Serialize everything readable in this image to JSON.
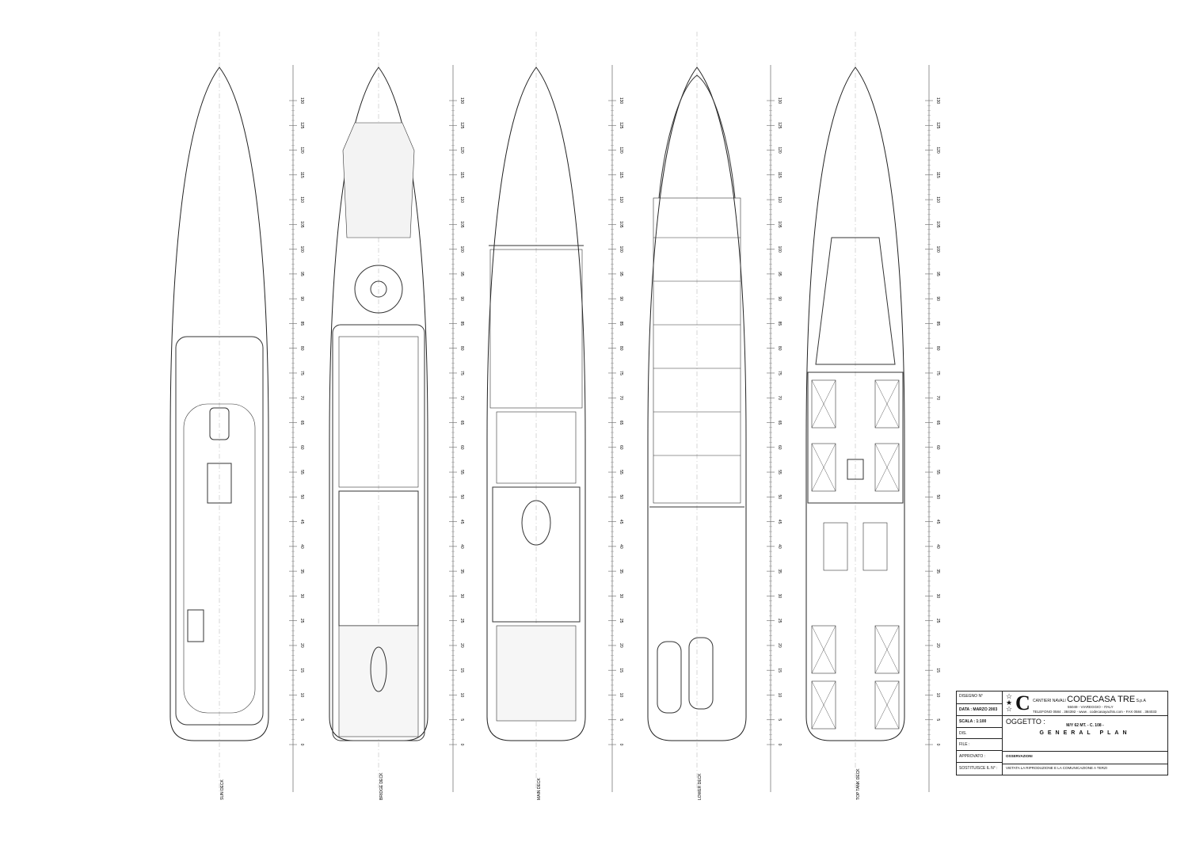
{
  "decks": [
    {
      "label": "SUN DECK"
    },
    {
      "label": "BRIDGE DECK"
    },
    {
      "label": "MAIN DECK"
    },
    {
      "label": "LOWER DECK"
    },
    {
      "label": "TOP TANK DECK"
    }
  ],
  "frame_scale": {
    "labels": [
      "130",
      "125",
      "120",
      "115",
      "110",
      "105",
      "100",
      "95",
      "90",
      "85",
      "80",
      "75",
      "70",
      "65",
      "60",
      "55",
      "50",
      "45",
      "40",
      "35",
      "30",
      "25",
      "20",
      "15",
      "10",
      "5",
      "0"
    ]
  },
  "title_block": {
    "disegno": "DISEGNO N°",
    "data": "DATA : MARZO 2003",
    "scala": "SCALA :   1:100",
    "dis": "DIS.",
    "file": "FILE :",
    "approvato": "APPROVATO :",
    "sostituisce": "SOSTITUISCE IL N° :",
    "company_prefix": "CANTIERI NAVALI",
    "company": "CODECASA TRE",
    "company_suffix": "S.p.A",
    "address": "55049 - VIAREGGIO - ITALY",
    "contacts": "TELEFONO 0584 . 384392 - www . codecasayachts.com - FAX 0584 . 384033",
    "oggetto": "OGGETTO :",
    "ship": "M/Y 62 MT. - C. 108 -",
    "plan": "GENERAL PLAN",
    "osservazioni": "OSSERVAZIONI",
    "vietata": "VIETATA LA RIPRODUZIONE E LA COMUNICAZIONE A TERZI"
  }
}
